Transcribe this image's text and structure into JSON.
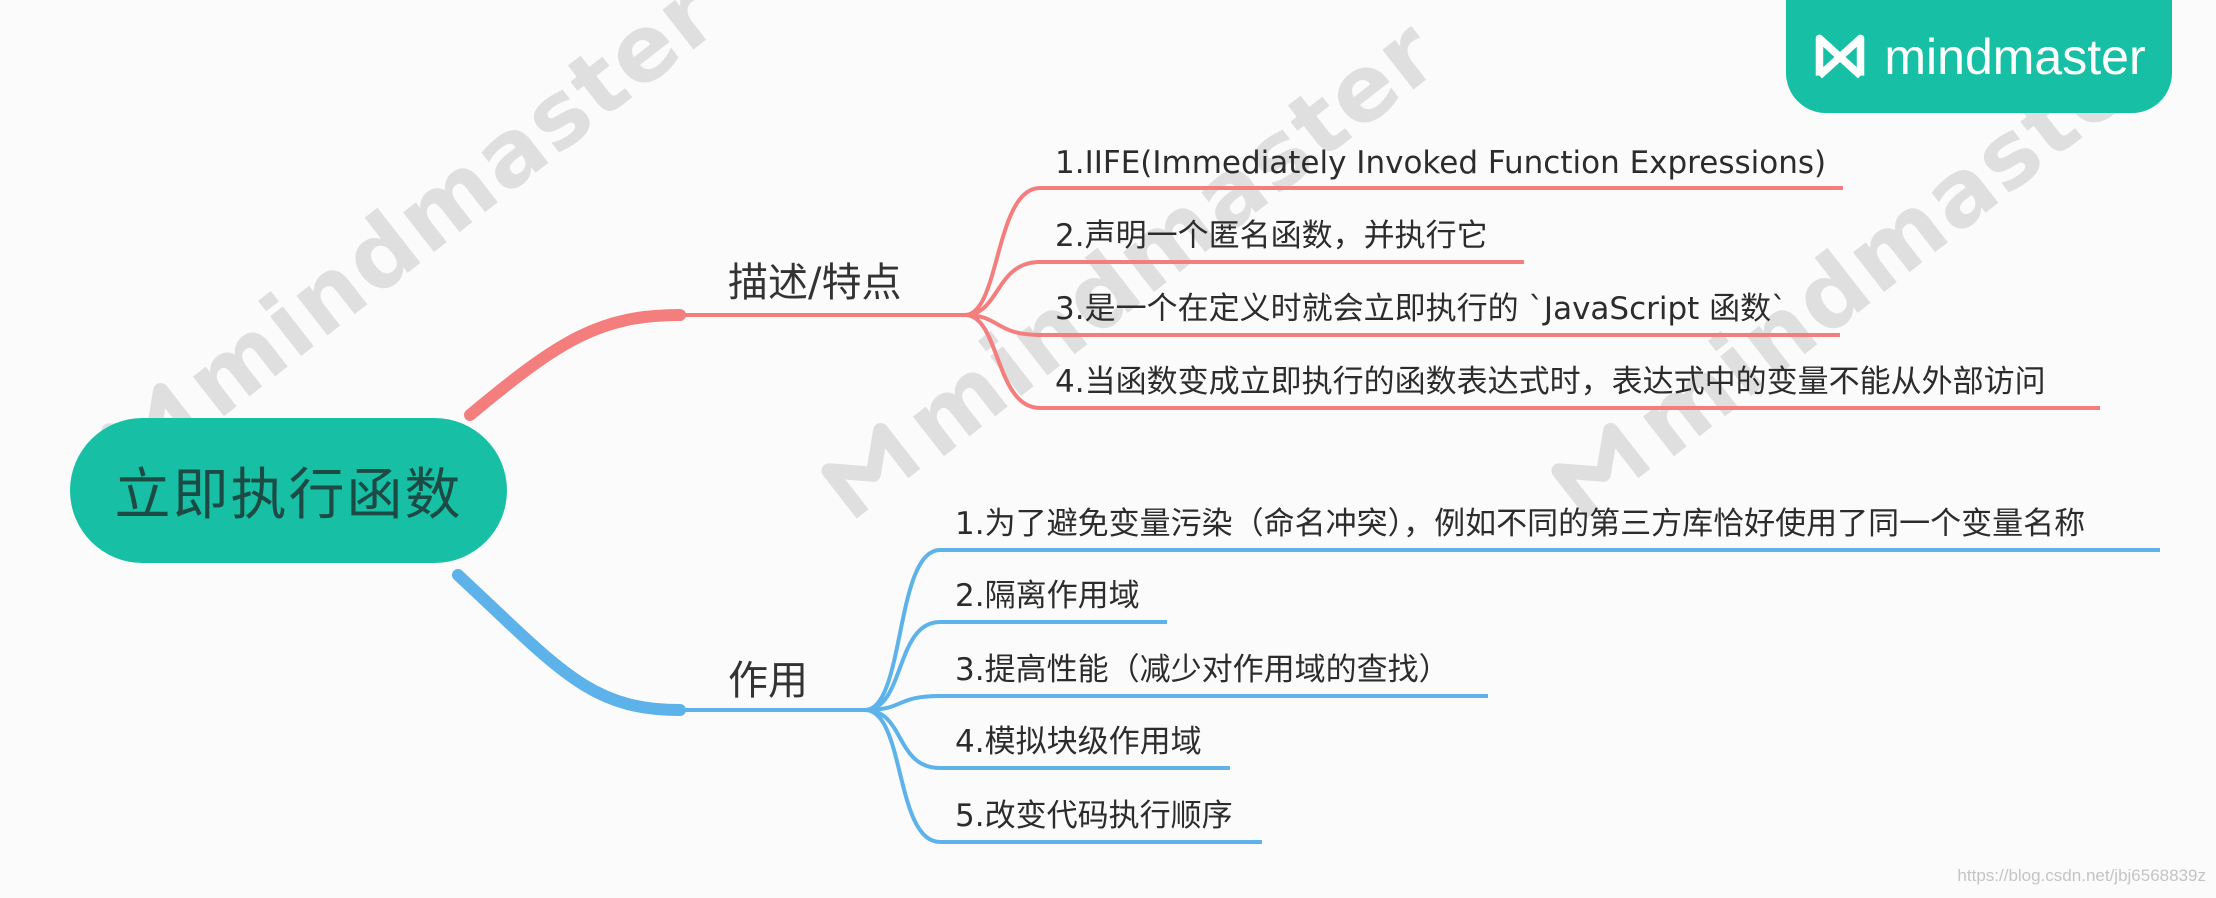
{
  "brand": {
    "name": "mindmaster"
  },
  "watermark": {
    "text": "mindmaster"
  },
  "central": {
    "label": "立即执行函数"
  },
  "branches": [
    {
      "label": "描述/特点",
      "color": "#f47d7d",
      "items": [
        "1.IIFE(Immediately Invoked Function Expressions)",
        "2.声明一个匿名函数，并执行它",
        "3.是一个在定义时就会立即执行的  `JavaScript 函数`",
        "4.当函数变成立即执行的函数表达式时，表达式中的变量不能从外部访问"
      ]
    },
    {
      "label": "作用",
      "color": "#5db2ea",
      "items": [
        "1.为了避免变量污染（命名冲突），例如不同的第三方库恰好使用了同一个变量名称",
        "2.隔离作用域",
        "3.提高性能（减少对作用域的查找）",
        "4.模拟块级作用域",
        "5.改变代码执行顺序"
      ]
    }
  ],
  "footer": {
    "url": "https://blog.csdn.net/jbj6568839z"
  }
}
